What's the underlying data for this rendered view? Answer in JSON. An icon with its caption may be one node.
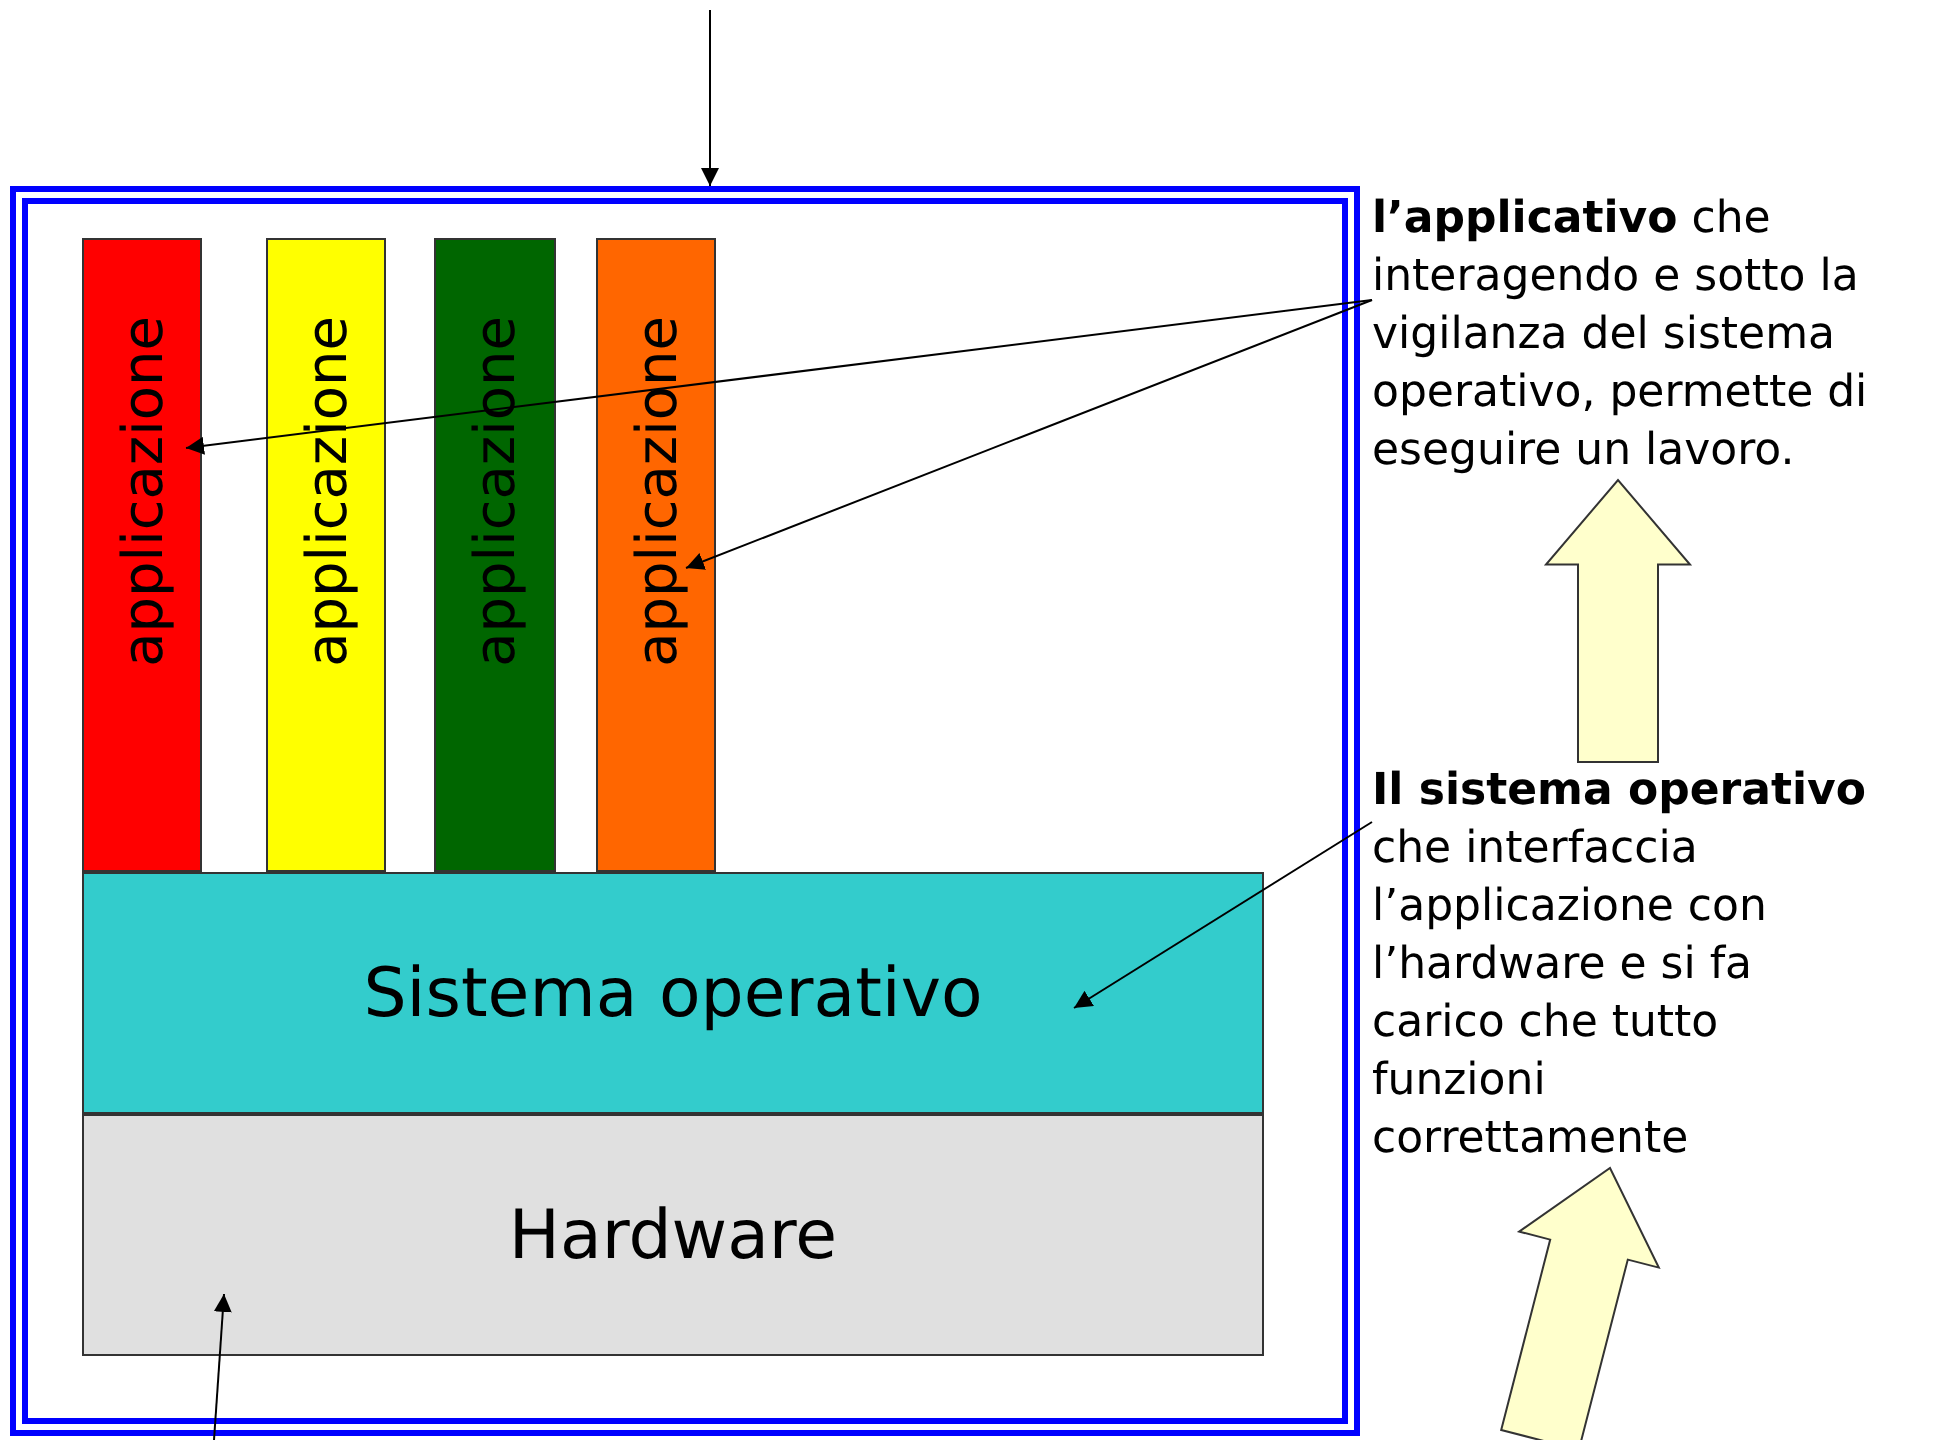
{
  "diagram": {
    "nodes": [
      {
        "text": [],
        "shape": "box"
      },
      {
        "text": [
          "applicazione"
        ],
        "in": 0
      },
      {
        "text": [
          "applicazione"
        ],
        "in": 0
      },
      {
        "text": [
          "applicazione"
        ],
        "in": 0
      },
      {
        "text": [
          "applicazione"
        ],
        "in": 0
      },
      {
        "text": [
          "Sistema operativo"
        ],
        "in": 0
      },
      {
        "text": [
          "Hardware"
        ],
        "in": 0
      },
      {
        "text": [
          "**l’applicativo** che interagendo e sotto la vigilanza del sistema operativo, permette di eseguire un lavoro."
        ]
      },
      {
        "text": [
          "**Il sistema operativo** che interfaccia l’applicazione con l’hardware e si fa carico che tutto funzioni correttamente"
        ]
      }
    ],
    "edges": [
      {
        "from": null,
        "to": 0,
        "arrow": "to"
      },
      {
        "from": 7,
        "to": 1,
        "arrow": "to"
      },
      {
        "from": 7,
        "to": 4,
        "arrow": "to"
      },
      {
        "from": 8,
        "to": 5,
        "arrow": "to"
      },
      {
        "from": null,
        "to": 6,
        "arrow": "to"
      },
      {
        "from": 8,
        "to": 7,
        "arrow": "to",
        "style": "thick",
        "color": "#ffffcc"
      },
      {
        "from": null,
        "to": 8,
        "arrow": "to",
        "style": "thick",
        "color": "#ffffcc"
      }
    ]
  }
}
